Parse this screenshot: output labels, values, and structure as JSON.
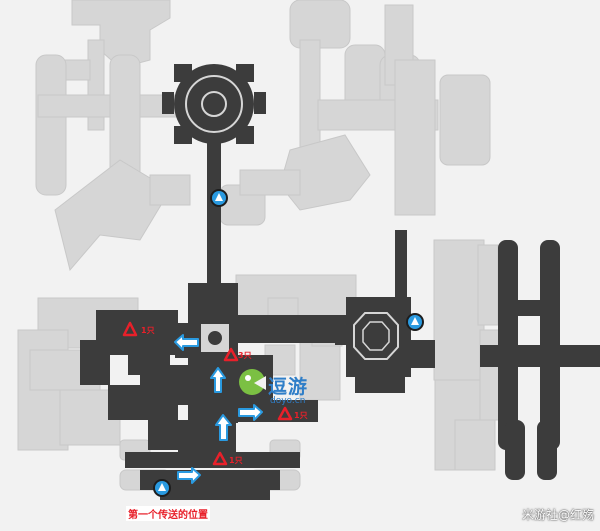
{
  "map": {
    "colors": {
      "background": "#f2f2f2",
      "unexplored": "#d6d6d6",
      "explored": "#3c3c3c",
      "enemy": "#e8202a",
      "route_arrow": "#2a9ae0",
      "teleport": "#2a9ae0"
    },
    "enemy_labels": [
      "1只",
      "3只",
      "1只",
      "1只"
    ],
    "start_label": "第一个传送的位置",
    "watermark": {
      "logo_text": "逗游",
      "logo_url": "doyo.cn"
    },
    "credit": "米游社@红殇",
    "icons": {
      "enemy": "warning-triangle-icon",
      "teleport": "space-anchor-icon",
      "route": "arrow-icon"
    }
  }
}
